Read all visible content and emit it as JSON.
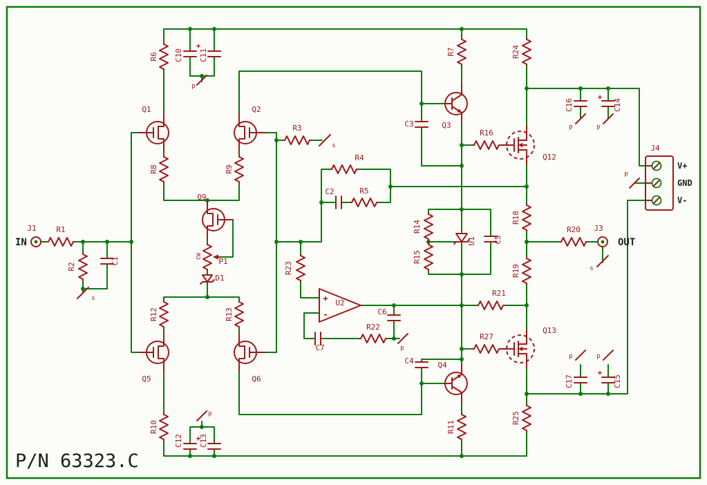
{
  "title": "P/N 63323.C",
  "ports": {
    "in": "IN",
    "out": "OUT",
    "v_plus": "V+",
    "gnd": "GND",
    "v_minus": "V-"
  },
  "flags": {
    "power": "p",
    "signal": "s",
    "plus": "+",
    "cw": "CW"
  },
  "opamp": {
    "plus": "+",
    "minus": "-"
  },
  "refs": {
    "r1": "R1",
    "r2": "R2",
    "r3": "R3",
    "r4": "R4",
    "r5": "R5",
    "r6": "R6",
    "r7": "R7",
    "r8": "R8",
    "r9": "R9",
    "r10": "R10",
    "r11": "R11",
    "r12": "R12",
    "r13": "R13",
    "r14": "R14",
    "r15": "R15",
    "r16": "R16",
    "r18": "R18",
    "r19": "R19",
    "r20": "R20",
    "r21": "R21",
    "r22": "R22",
    "r23": "R23",
    "r24": "R24",
    "r25": "R25",
    "r27": "R27",
    "c1": "C1",
    "c2": "C2",
    "c3": "C3",
    "c4": "C4",
    "c5": "C5",
    "c6": "C6",
    "c7": "C7",
    "c10": "C10",
    "c11": "C11",
    "c12": "C12",
    "c13": "C13",
    "c14": "C14",
    "c15": "C15",
    "c16": "C16",
    "c17": "C17",
    "q1": "Q1",
    "q2": "Q2",
    "q3": "Q3",
    "q4": "Q4",
    "q5": "Q5",
    "q6": "Q6",
    "q9": "Q9",
    "q12": "Q12",
    "q13": "Q13",
    "u1": "U1",
    "u2": "U2",
    "d1": "D1",
    "p1": "P1",
    "j1": "J1",
    "j3": "J3",
    "j4": "J4"
  },
  "colors": {
    "wire": "#0a7a0a",
    "component": "#a01818",
    "label_red": "#a01818",
    "text_black": "#1d1d1d",
    "background": "#fcfcf8"
  }
}
